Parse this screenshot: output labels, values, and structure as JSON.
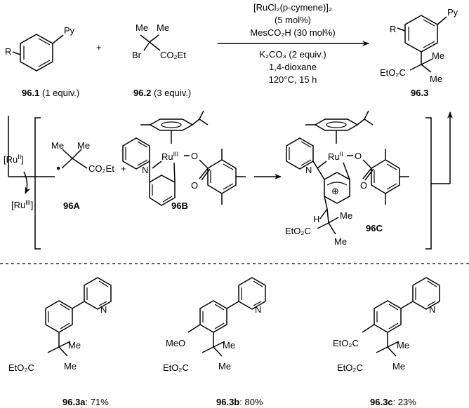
{
  "reaction": {
    "reagent_line1": "[RuCl₂(p-cymene)]₂",
    "reagent_line2": "(5 mol%)",
    "reagent_line3": "MesCO₂H (30 mol%)",
    "cond_line1": "K₂CO₃ (2 equiv.)",
    "cond_line2": "1,4-dioxane",
    "cond_line3": "120°C, 15 h",
    "sm1_id": "96.1",
    "sm1_equiv": " (1 equiv.)",
    "sm2_id": "96.2",
    "sm2_equiv": " (3 equiv.)",
    "product_id": "96.3",
    "plus": "+"
  },
  "labels": {
    "py": "Py",
    "r": "R",
    "me": "Me",
    "br": "Br",
    "co2et": "CO₂Et",
    "eto2c": "EtO₂C",
    "meo": "MeO",
    "n": "N",
    "h": "H",
    "o": "O",
    "ru_ii": "Ru",
    "ru_iii": "Ru",
    "ru_ii_sup": "II",
    "ru_iii_sup": "III",
    "ru_bracket_ii": "[Ru",
    "ru_bracket_iii": "[Ru",
    "bracket_close": "]",
    "cation": "⊕"
  },
  "mechanism": {
    "id_a": "96A",
    "id_b": "96B",
    "id_c": "96C",
    "plus": "+"
  },
  "examples": [
    {
      "id": "96.3a",
      "yield": ": 71%"
    },
    {
      "id": "96.3b",
      "yield": ": 80%"
    },
    {
      "id": "96.3c",
      "yield": ": 23%"
    }
  ]
}
